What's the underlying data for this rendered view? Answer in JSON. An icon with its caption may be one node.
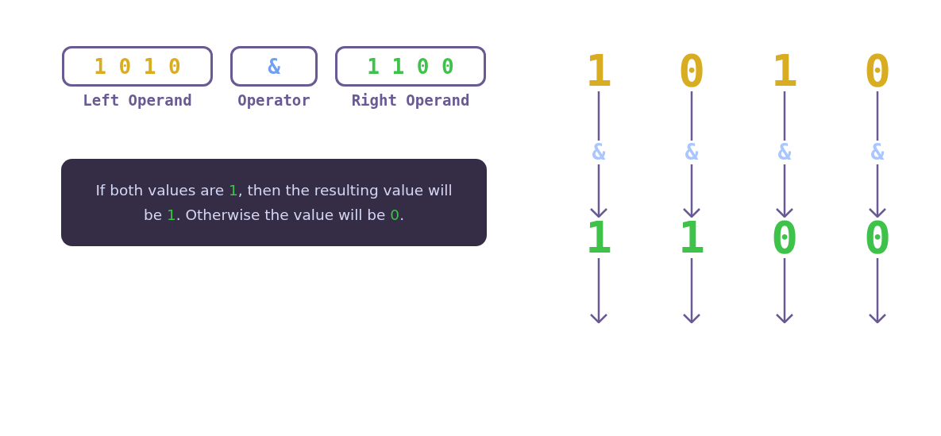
{
  "diagram": {
    "nodes": [
      {
        "text": [
          "1 0 1 0"
        ],
        "beside": [
          "Left Operand"
        ]
      },
      {
        "text": [
          "&"
        ],
        "beside": [
          "Operator"
        ]
      },
      {
        "text": [
          "1 1 0 0"
        ],
        "beside": [
          "Right Operand"
        ]
      },
      {
        "text": [
          "If both values are 1, then the resulting value will be 1. Otherwise the value will be 0."
        ]
      },
      {
        "text": [
          "1"
        ]
      },
      {
        "text": [
          "0"
        ]
      },
      {
        "text": [
          "1"
        ]
      },
      {
        "text": [
          "0"
        ]
      },
      {
        "text": [
          "1"
        ]
      },
      {
        "text": [
          "1"
        ]
      },
      {
        "text": [
          "0"
        ]
      },
      {
        "text": [
          "0"
        ]
      }
    ],
    "edges": [
      {
        "from": 4,
        "to": 8,
        "arrow": "to",
        "label": "&"
      },
      {
        "from": 5,
        "to": 9,
        "arrow": "to",
        "label": "&"
      },
      {
        "from": 6,
        "to": 10,
        "arrow": "to",
        "label": "&"
      },
      {
        "from": 7,
        "to": 11,
        "arrow": "to",
        "label": "&"
      },
      {
        "from": 8,
        "to": null,
        "arrow": "to"
      },
      {
        "from": 9,
        "to": null,
        "arrow": "to"
      },
      {
        "from": 10,
        "to": null,
        "arrow": "to"
      },
      {
        "from": 11,
        "to": null,
        "arrow": "to"
      }
    ]
  }
}
